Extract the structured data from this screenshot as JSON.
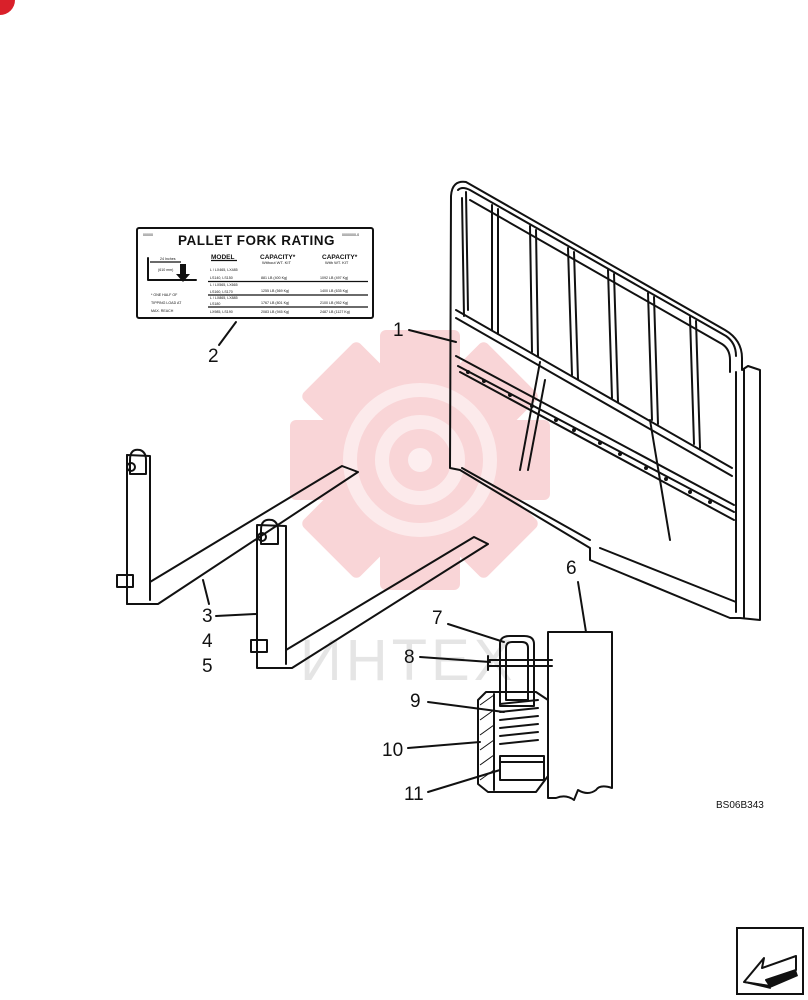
{
  "drawing_code": "BS06B343",
  "watermark_text": "ИНТЕХ",
  "callouts": [
    "1",
    "2",
    "3",
    "4",
    "5",
    "6",
    "7",
    "8",
    "9",
    "10",
    "11"
  ],
  "decal": {
    "part_code_left": "00000",
    "part_code_right": "0000000-0",
    "title": "PALLET FORK RATING",
    "col_model": "MODEL",
    "col_capacity": "CAPACITY*",
    "col_without": "Without WT. KIT",
    "col_with": "With WT. KIT",
    "dimension_line1": "24 Inches",
    "dimension_line2": "(610 mm)",
    "note_line1": "* ONE HALF OF",
    "note_line2": "TIPPING LOAD AT",
    "note_line3": "MAX. REACH",
    "rows": [
      {
        "model_a": "L / LX465, LX485",
        "model_b": "LS140, LS150",
        "without": "881 LB (400 Kg)",
        "with": "1092 LB (497 Kg)"
      },
      {
        "model_a": "L / LX565, LX665",
        "model_b": "LS160, LS170",
        "without": "1255 LB (569 Kg)",
        "with": "1400 LB (635 Kg)"
      },
      {
        "model_a": "L / LX865, LX885",
        "model_b": "LS180",
        "without": "1767 LB (801 Kg)",
        "with": "2100 LB (952 Kg)"
      },
      {
        "model_a": "LX985, LS190",
        "model_b": "",
        "without": "2083 LB (945 Kg)",
        "with": "2487 LB (1127 Kg)"
      }
    ]
  },
  "colors": {
    "line": "#111111",
    "watermark_red": "#e5323c",
    "corner_mark": "#d9202a"
  }
}
